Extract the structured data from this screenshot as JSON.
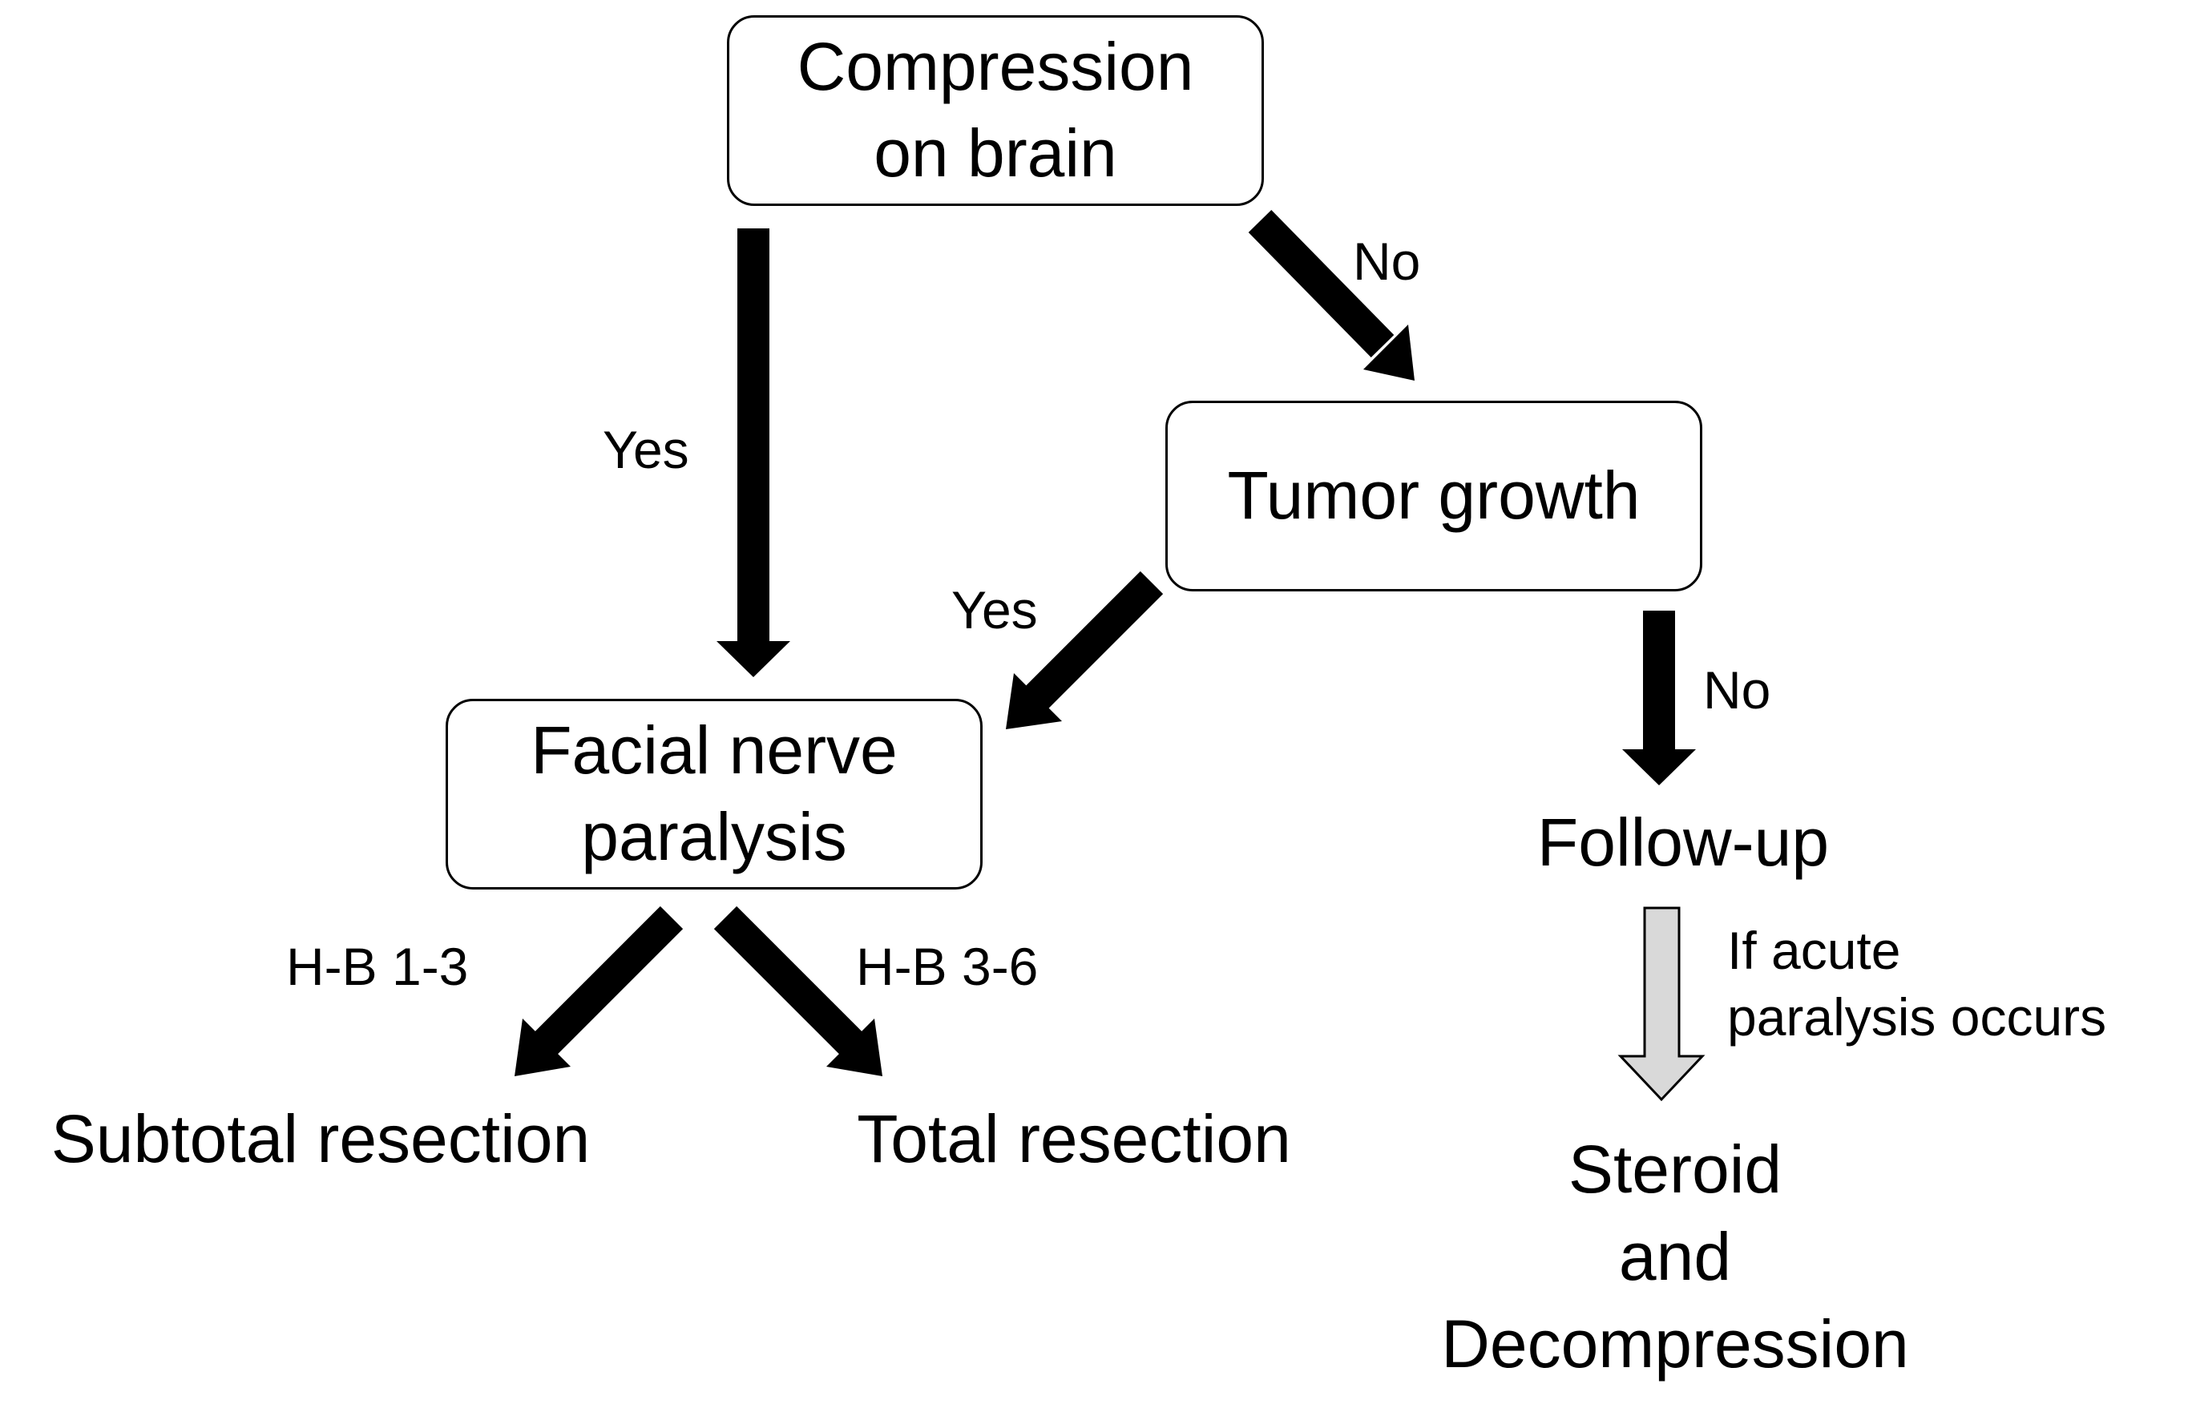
{
  "nodes": {
    "compression": {
      "line1": "Compression",
      "line2": "on brain"
    },
    "tumor_growth": {
      "label": "Tumor growth"
    },
    "facial_nerve": {
      "line1": "Facial nerve",
      "line2": "paralysis"
    },
    "follow_up": {
      "label": "Follow-up"
    },
    "subtotal": {
      "label": "Subtotal resection"
    },
    "total": {
      "label": "Total resection"
    },
    "steroid": {
      "line1": "Steroid",
      "line2": "and",
      "line3": "Decompression"
    }
  },
  "edges": {
    "compression_yes": "Yes",
    "compression_no": "No",
    "tumor_yes": "Yes",
    "tumor_no": "No",
    "hb_low": "H-B 1-3",
    "hb_high": "H-B 3-6",
    "acute_line1": "If acute",
    "acute_line2": "paralysis occurs"
  },
  "colors": {
    "arrow": "#000000",
    "conditional_arrow_fill": "#d9d9d9",
    "box_border": "#000000"
  }
}
